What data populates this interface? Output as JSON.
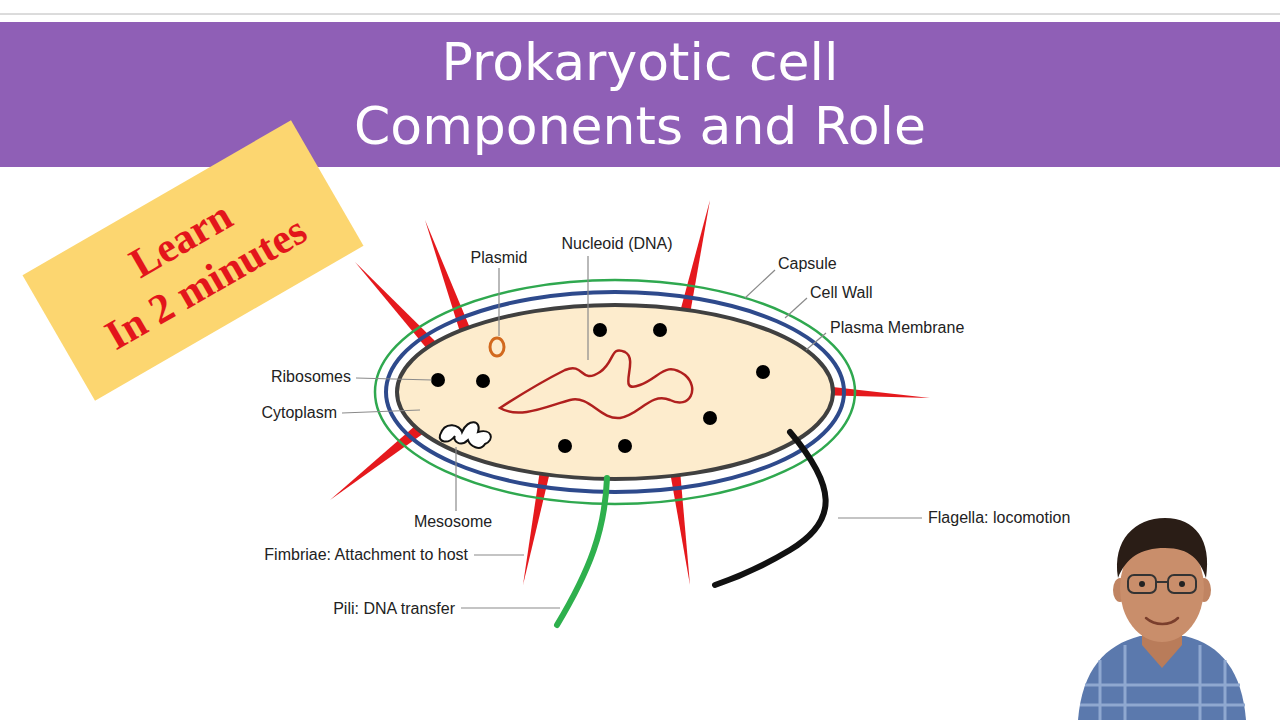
{
  "diagram": {
    "title": "Prokaryotic cell Components and Role",
    "nodes": [
      {
        "text": [
          "Learn",
          "In 2 minutes"
        ]
      }
    ],
    "labels": [
      "Plasmid",
      "Nucleoid (DNA)",
      "Capsule",
      "Cell Wall",
      "Plasma Membrane",
      "Ribosomes",
      "Cytoplasm",
      "Mesosome",
      "Flagella: locomotion",
      "Fimbriae: Attachment to host",
      "Pili: DNA transfer"
    ]
  }
}
